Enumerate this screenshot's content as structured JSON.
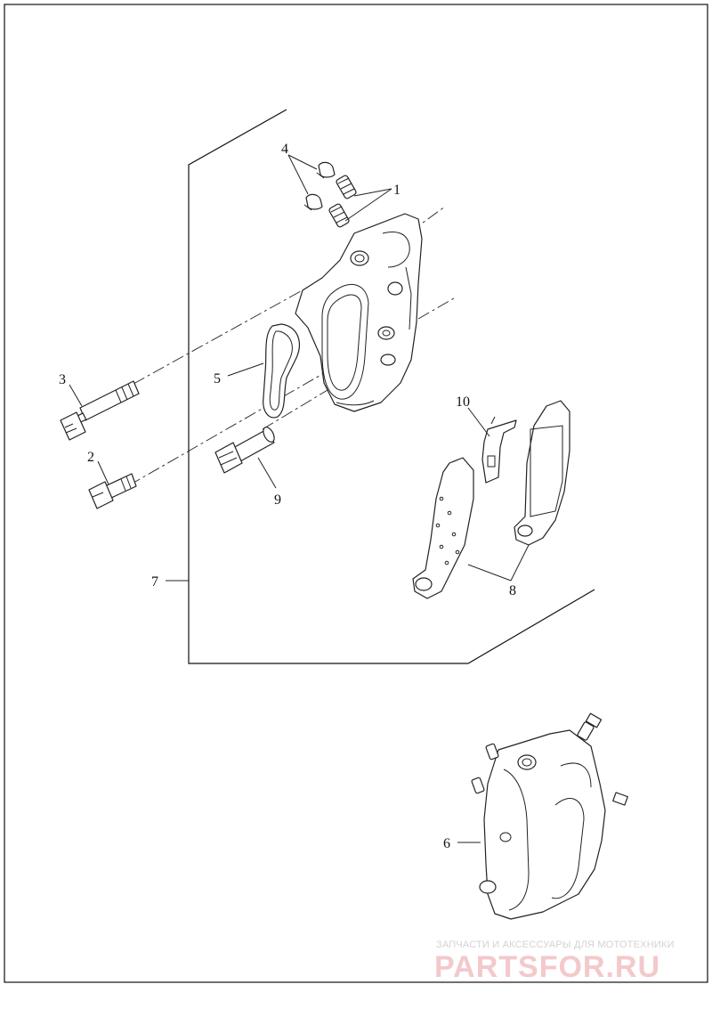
{
  "diagram": {
    "callouts": [
      {
        "id": "1",
        "text": "1"
      },
      {
        "id": "2",
        "text": "2"
      },
      {
        "id": "3",
        "text": "3"
      },
      {
        "id": "4",
        "text": "4"
      },
      {
        "id": "5",
        "text": "5"
      },
      {
        "id": "6",
        "text": "6"
      },
      {
        "id": "7",
        "text": "7"
      },
      {
        "id": "8",
        "text": "8"
      },
      {
        "id": "9",
        "text": "9"
      },
      {
        "id": "10",
        "text": "10"
      }
    ]
  },
  "watermark": {
    "tagline": "ЗАПЧАСТИ И АКСЕССУАРЫ ДЛЯ МОТОТЕХНИКИ",
    "logo": "PARTSFOR.RU",
    "color": "#f3c9cb"
  },
  "colors": {
    "line": "#222222",
    "background": "#ffffff"
  }
}
